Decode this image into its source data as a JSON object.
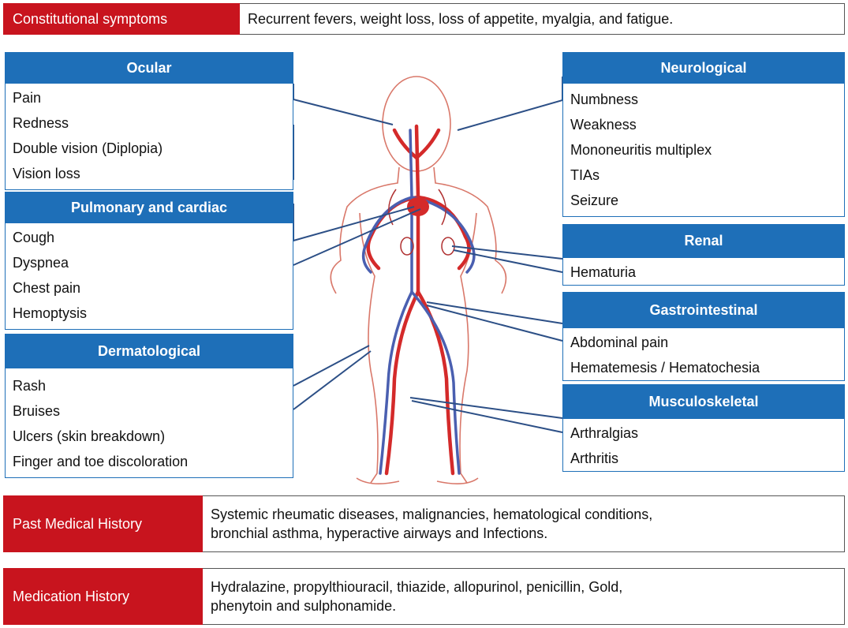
{
  "constitutional": {
    "label": "Constitutional symptoms",
    "text": "Recurrent fevers, weight loss, loss of appetite, myalgia, and fatigue."
  },
  "panels": {
    "ocular": {
      "title": "Ocular",
      "items": [
        "Pain",
        "Redness",
        "Double vision (Diplopia)",
        "Vision loss"
      ]
    },
    "pulmonary": {
      "title": "Pulmonary and cardiac",
      "items": [
        "Cough",
        "Dyspnea",
        "Chest pain",
        "Hemoptysis"
      ]
    },
    "dermatological": {
      "title": "Dermatological",
      "items": [
        "Rash",
        "Bruises",
        "Ulcers (skin breakdown)",
        "Finger and toe discoloration"
      ]
    },
    "neurological": {
      "title": "Neurological",
      "items": [
        "Numbness",
        "Weakness",
        "Mononeuritis multiplex",
        "TIAs",
        "Seizure"
      ]
    },
    "renal": {
      "title": "Renal",
      "items": [
        "Hematuria"
      ]
    },
    "gastrointestinal": {
      "title": "Gastrointestinal",
      "items": [
        "Abdominal pain",
        "Hematemesis / Hematochesia"
      ]
    },
    "musculoskeletal": {
      "title": "Musculoskeletal",
      "items": [
        "Arthralgias",
        "Arthritis"
      ]
    }
  },
  "past_history": {
    "label": "Past Medical History",
    "line1": "Systemic rheumatic diseases, malignancies, hematological conditions,",
    "line2": "bronchial asthma, hyperactive airways and Infections."
  },
  "medication_history": {
    "label": "Medication History",
    "line1": "Hydralazine, propylthiouracil, thiazide, allopurinol, penicillin, Gold,",
    "line2": "phenytoin and sulphonamide."
  },
  "colors": {
    "red": "#c8141e",
    "blue": "#1e6fb8",
    "connector": "#2c4f86",
    "artery": "#d42a2a",
    "vein": "#4a5fb0"
  }
}
